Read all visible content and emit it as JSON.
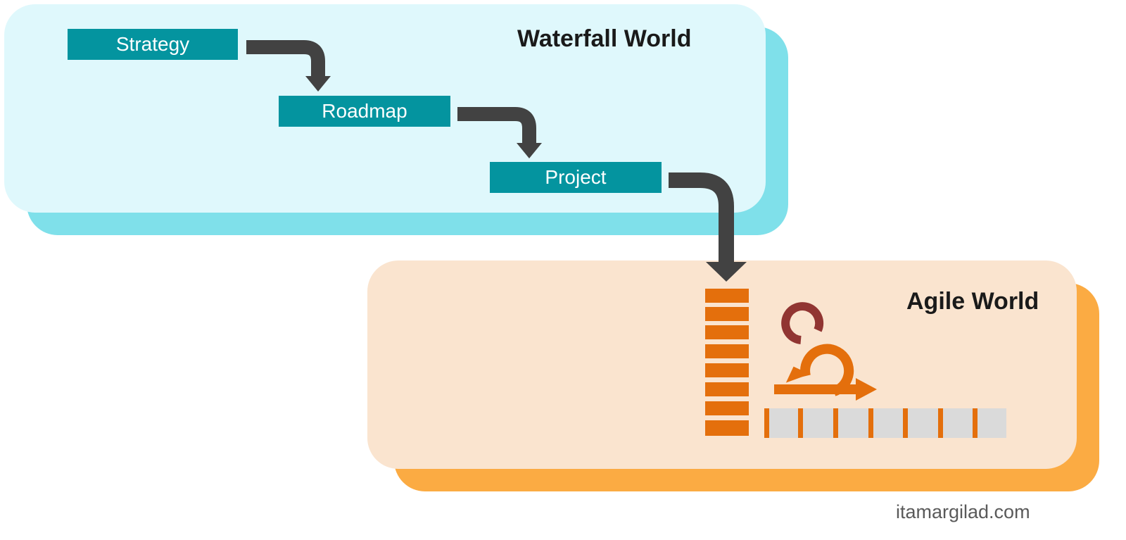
{
  "waterfall": {
    "title": "Waterfall World",
    "steps": [
      "Strategy",
      "Roadmap",
      "Project"
    ]
  },
  "agile": {
    "title": "Agile World"
  },
  "credit": "itamargilad.com",
  "colors": {
    "waterfall_panel": "#dff8fc",
    "waterfall_panel_shadow": "#7fe0ea",
    "agile_panel": "#fae4cf",
    "agile_panel_shadow": "#fbab43",
    "step_box": "#04949f",
    "arrow": "#424242",
    "backlog": "#e46f0c",
    "sprint_loop": "#913532",
    "sprint_slot": "#dadada"
  },
  "icons": [
    "flow-arrow-icon",
    "backlog-stack-icon",
    "sprint-cycle-icon",
    "sprint-timeline-icon"
  ]
}
